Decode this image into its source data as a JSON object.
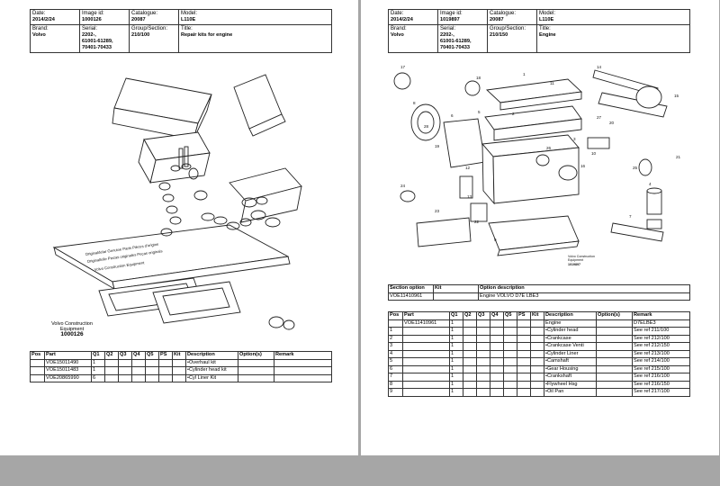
{
  "left_page": {
    "header": {
      "date_label": "Date:",
      "date": "2014/2/24",
      "image_label": "Image id:",
      "image_id": "1000126",
      "catalogue_label": "Catalogue:",
      "catalogue": "20087",
      "model_label": "Model:",
      "model": "L110E",
      "brand_label": "Brand:",
      "brand": "Volvo",
      "serial_label": "Serial:",
      "serial_1": "2202-,",
      "serial_2": "61001-61289,",
      "serial_3": "70401-70433",
      "group_label": "Group/Section:",
      "group": "210/100",
      "title_label": "Title:",
      "title": "Repair kits for engine"
    },
    "illustration": {
      "sheet_line_1": "Originaldelar Genuine Parts Pièces d'origine",
      "sheet_line_2": "Originalteile Piezas originales Peças originais",
      "sheet_line_3": "Volvo Construction Equipment",
      "caption_1": "Volvo Construction",
      "caption_2": "Equipment",
      "caption_id": "1000126"
    },
    "table": {
      "headers": [
        "Pos",
        "Part",
        "Q1",
        "Q2",
        "Q3",
        "Q4",
        "Q5",
        "PS",
        "Kit",
        "Description",
        "Option(s)",
        "Remark"
      ],
      "rows": [
        [
          "",
          "VOE15011490",
          "1",
          "",
          "",
          "",
          "",
          "",
          "",
          "•Overhaul kit",
          "",
          ""
        ],
        [
          "",
          "VOE15011483",
          "1",
          "",
          "",
          "",
          "",
          "",
          "",
          "•Cylinder head kit",
          "",
          ""
        ],
        [
          "",
          "VOE20865990",
          "6",
          "",
          "",
          "",
          "",
          "",
          "",
          "•Cyl Liner Kit",
          "",
          ""
        ]
      ]
    }
  },
  "right_page": {
    "header": {
      "date_label": "Date:",
      "date": "2014/2/24",
      "image_label": "Image id:",
      "image_id": "1019897",
      "catalogue_label": "Catalogue:",
      "catalogue": "20087",
      "model_label": "Model:",
      "model": "L110E",
      "brand_label": "Brand:",
      "brand": "Volvo",
      "serial_label": "Serial:",
      "serial_1": "2202-,",
      "serial_2": "61001-61289,",
      "serial_3": "70401-70433",
      "group_label": "Group/Section:",
      "group": "210/150",
      "title_label": "Title:",
      "title": "Engine"
    },
    "illustration": {
      "callouts": [
        "1",
        "2",
        "3",
        "4",
        "5",
        "6",
        "7",
        "8",
        "9",
        "10",
        "11",
        "12",
        "13",
        "14",
        "15",
        "16",
        "17",
        "18",
        "19",
        "20",
        "21",
        "22",
        "23",
        "24",
        "25",
        "26",
        "27",
        "28"
      ],
      "caption_1": "Volvo Construction",
      "caption_2": "Equipment",
      "caption_id": "1019897"
    },
    "section_table": {
      "headers": [
        "Section option",
        "Kit",
        "Option description"
      ],
      "row": [
        "VOE11410961",
        "",
        "Engine VOLVO D7E LBE3"
      ]
    },
    "table": {
      "headers": [
        "Pos",
        "Part",
        "Q1",
        "Q2",
        "Q3",
        "Q4",
        "Q5",
        "PS",
        "Kit",
        "Description",
        "Option(s)",
        "Remark"
      ],
      "rows": [
        [
          "",
          "VOE11410961",
          "1",
          "",
          "",
          "",
          "",
          "",
          "",
          "Engine",
          "",
          "D7ELBE3"
        ],
        [
          "1",
          "",
          "1",
          "",
          "",
          "",
          "",
          "",
          "",
          "•Cylinder head",
          "",
          "See ref 211/100"
        ],
        [
          "2",
          "",
          "1",
          "",
          "",
          "",
          "",
          "",
          "",
          "•Crankcase",
          "",
          "See ref 212/100"
        ],
        [
          "3",
          "",
          "1",
          "",
          "",
          "",
          "",
          "",
          "",
          "•Crankcase Venti",
          "",
          "See ref 212/150"
        ],
        [
          "4",
          "",
          "1",
          "",
          "",
          "",
          "",
          "",
          "",
          "•Cylinder Liner",
          "",
          "See ref 213/100"
        ],
        [
          "5",
          "",
          "1",
          "",
          "",
          "",
          "",
          "",
          "",
          "•Camshaft",
          "",
          "See ref 214/100"
        ],
        [
          "6",
          "",
          "1",
          "",
          "",
          "",
          "",
          "",
          "",
          "•Gear Housing",
          "",
          "See ref 215/100"
        ],
        [
          "7",
          "",
          "1",
          "",
          "",
          "",
          "",
          "",
          "",
          "•Crankshaft",
          "",
          "See ref 216/100"
        ],
        [
          "8",
          "",
          "1",
          "",
          "",
          "",
          "",
          "",
          "",
          "•Flywheel Hsg",
          "",
          "See ref 216/150"
        ],
        [
          "9",
          "",
          "1",
          "",
          "",
          "",
          "",
          "",
          "",
          "•Oil Pan",
          "",
          "See ref 217/100"
        ]
      ]
    }
  }
}
